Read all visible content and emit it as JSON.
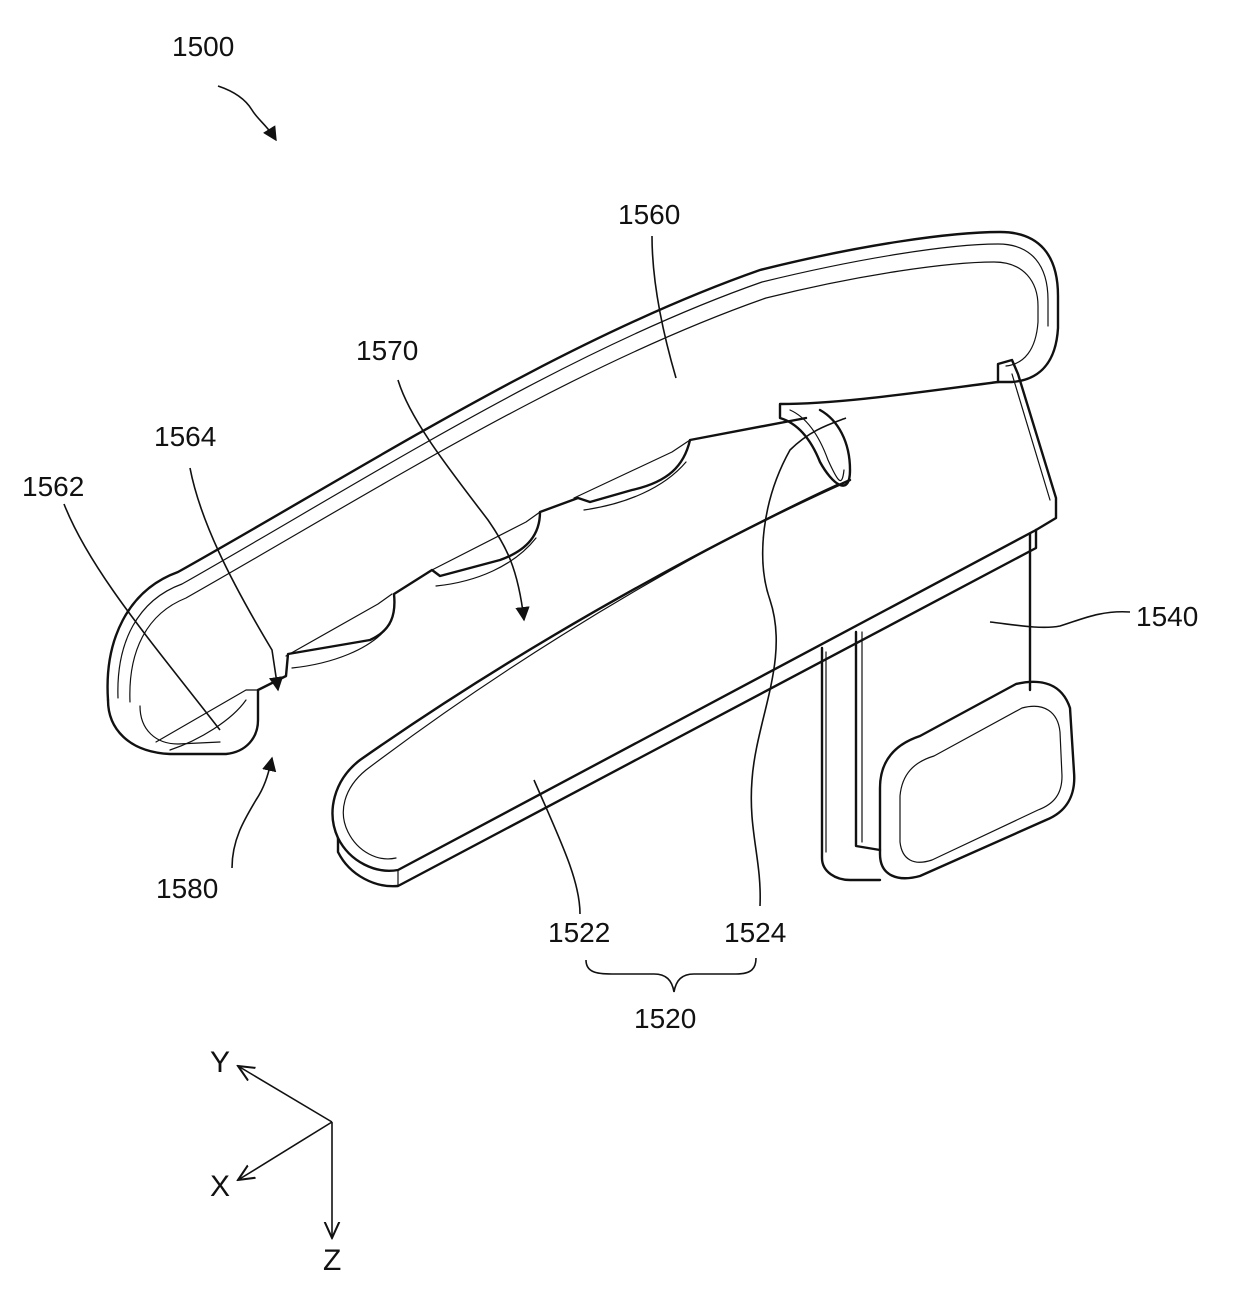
{
  "labels": {
    "l1500": "1500",
    "l1560": "1560",
    "l1570": "1570",
    "l1564": "1564",
    "l1562": "1562",
    "l1540": "1540",
    "l1580": "1580",
    "l1522": "1522",
    "l1524": "1524",
    "l1520": "1520"
  },
  "axes": {
    "y": "Y",
    "x": "X",
    "z": "Z"
  }
}
